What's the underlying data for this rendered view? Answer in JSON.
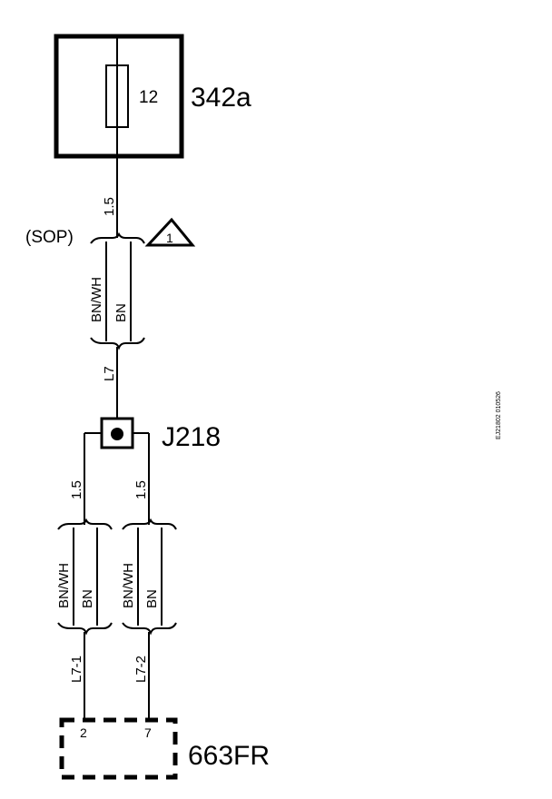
{
  "components": {
    "fuse_box": {
      "id": "342a",
      "fuse_number": "12"
    },
    "junction": {
      "id": "J218"
    },
    "connector": {
      "id": "663FR",
      "pins": [
        "2",
        "7"
      ]
    }
  },
  "main_wire": {
    "gauge": "1.5",
    "variant_note": "(SOP)",
    "warning_number": "1",
    "colors": [
      "BN/WH",
      "BN"
    ],
    "circuit": "L7"
  },
  "branch_wires": [
    {
      "gauge": "1.5",
      "colors": [
        "BN/WH",
        "BN"
      ],
      "circuit": "L7-1"
    },
    {
      "gauge": "1.5",
      "colors": [
        "BN/WH",
        "BN"
      ],
      "circuit": "L7-2"
    }
  ],
  "drawing_reference": "EJ21802 010526"
}
